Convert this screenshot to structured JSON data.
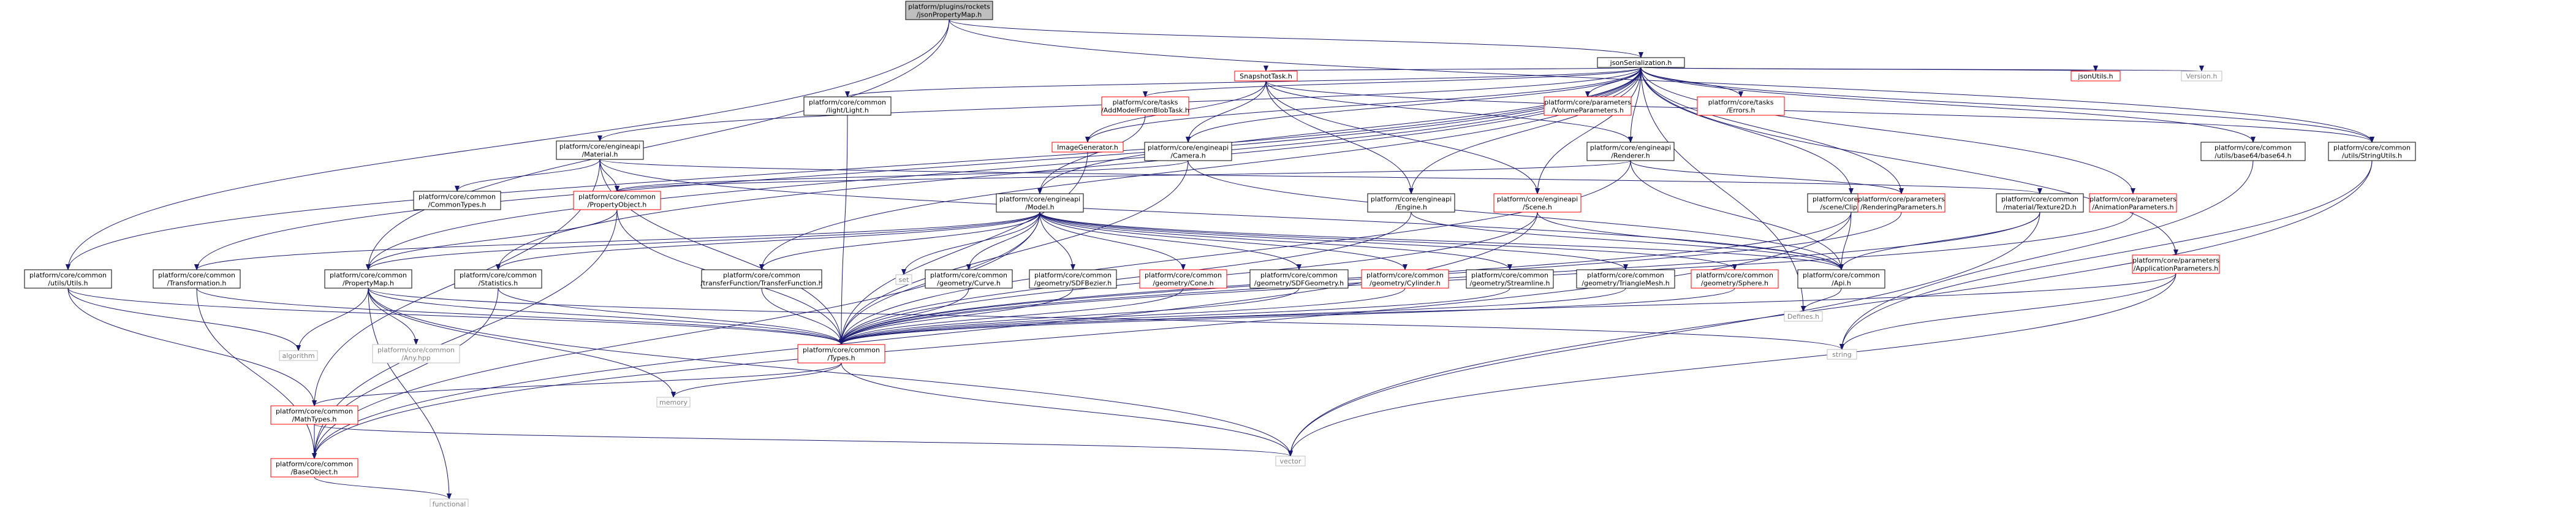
{
  "colors": {
    "edge": "#191970",
    "text": "#000000",
    "node_fill": "#ffffff",
    "root_fill": "#bfbfbf",
    "documented_border": "#000000",
    "undocumented_border": "#ff0000",
    "external_border": "#bfbfbf",
    "external_text": "#808080"
  },
  "nodes": [
    {
      "id": "root",
      "lines": [
        "platform/plugins/rockets",
        "/jsonPropertyMap.h"
      ],
      "kind": "root"
    },
    {
      "id": "jsonser",
      "lines": [
        "jsonSerialization.h"
      ],
      "kind": "doc"
    },
    {
      "id": "utils",
      "lines": [
        "platform/core/common",
        "/utils/Utils.h"
      ],
      "kind": "doc"
    },
    {
      "id": "propmap",
      "lines": [
        "platform/core/common",
        "/PropertyMap.h"
      ],
      "kind": "doc"
    },
    {
      "id": "types",
      "lines": [
        "platform/core/common",
        "/Types.h"
      ],
      "kind": "red"
    },
    {
      "id": "string",
      "lines": [
        "string"
      ],
      "kind": "ext"
    },
    {
      "id": "algorithm",
      "lines": [
        "algorithm"
      ],
      "kind": "ext"
    },
    {
      "id": "anyhpp",
      "lines": [
        "platform/core/common",
        "/Any.hpp"
      ],
      "kind": "ext"
    },
    {
      "id": "functional",
      "lines": [
        "functional"
      ],
      "kind": "ext"
    },
    {
      "id": "memory",
      "lines": [
        "memory"
      ],
      "kind": "ext"
    },
    {
      "id": "vector",
      "lines": [
        "vector"
      ],
      "kind": "ext"
    },
    {
      "id": "set",
      "lines": [
        "set"
      ],
      "kind": "ext"
    },
    {
      "id": "version",
      "lines": [
        "Version.h"
      ],
      "kind": "ext"
    },
    {
      "id": "defines",
      "lines": [
        "Defines.h"
      ],
      "kind": "ext"
    },
    {
      "id": "mathtypes",
      "lines": [
        "platform/core/common",
        "/MathTypes.h"
      ],
      "kind": "red"
    },
    {
      "id": "baseobject",
      "lines": [
        "platform/core/common",
        "/BaseObject.h"
      ],
      "kind": "red"
    },
    {
      "id": "material",
      "lines": [
        "platform/core/engineapi",
        "/Material.h"
      ],
      "kind": "doc"
    },
    {
      "id": "commontypes",
      "lines": [
        "platform/core/common",
        "/CommonTypes.h"
      ],
      "kind": "doc"
    },
    {
      "id": "propobject",
      "lines": [
        "platform/core/common",
        "/PropertyObject.h"
      ],
      "kind": "red"
    },
    {
      "id": "light",
      "lines": [
        "platform/core/common",
        "/light/Light.h"
      ],
      "kind": "doc"
    },
    {
      "id": "addmodel",
      "lines": [
        "platform/core/tasks",
        "/AddModelFromBlobTask.h"
      ],
      "kind": "red"
    },
    {
      "id": "snapshot",
      "lines": [
        "SnapshotTask.h"
      ],
      "kind": "red"
    },
    {
      "id": "imagegen",
      "lines": [
        "ImageGenerator.h"
      ],
      "kind": "red"
    },
    {
      "id": "camera",
      "lines": [
        "platform/core/engineapi",
        "/Camera.h"
      ],
      "kind": "doc"
    },
    {
      "id": "renderer",
      "lines": [
        "platform/core/engineapi",
        "/Renderer.h"
      ],
      "kind": "doc"
    },
    {
      "id": "volparams",
      "lines": [
        "platform/core/parameters",
        "/VolumeParameters.h"
      ],
      "kind": "red"
    },
    {
      "id": "errors",
      "lines": [
        "platform/core/tasks",
        "/Errors.h"
      ],
      "kind": "red"
    },
    {
      "id": "jsonutils",
      "lines": [
        "jsonUtils.h"
      ],
      "kind": "red"
    },
    {
      "id": "base64",
      "lines": [
        "platform/core/common",
        "/utils/base64/base64.h"
      ],
      "kind": "doc"
    },
    {
      "id": "stringutils",
      "lines": [
        "platform/core/common",
        "/utils/StringUtils.h"
      ],
      "kind": "doc"
    },
    {
      "id": "model",
      "lines": [
        "platform/core/engineapi",
        "/Model.h"
      ],
      "kind": "doc"
    },
    {
      "id": "engine",
      "lines": [
        "platform/core/engineapi",
        "/Engine.h"
      ],
      "kind": "doc"
    },
    {
      "id": "scene",
      "lines": [
        "platform/core/engineapi",
        "/Scene.h"
      ],
      "kind": "red"
    },
    {
      "id": "clipplane",
      "lines": [
        "platform/core/common",
        "/scene/ClipPlane.h"
      ],
      "kind": "doc"
    },
    {
      "id": "texture2d",
      "lines": [
        "platform/core/common",
        "/material/Texture2D.h"
      ],
      "kind": "doc"
    },
    {
      "id": "renderparams",
      "lines": [
        "platform/core/parameters",
        "/RenderingParameters.h"
      ],
      "kind": "red"
    },
    {
      "id": "animparams",
      "lines": [
        "platform/core/parameters",
        "/AnimationParameters.h"
      ],
      "kind": "red"
    },
    {
      "id": "appparams",
      "lines": [
        "platform/core/parameters",
        "/ApplicationParameters.h"
      ],
      "kind": "red"
    },
    {
      "id": "transformation",
      "lines": [
        "platform/core/common",
        "/Transformation.h"
      ],
      "kind": "doc"
    },
    {
      "id": "statistics",
      "lines": [
        "platform/core/common",
        "/Statistics.h"
      ],
      "kind": "doc"
    },
    {
      "id": "transferfn",
      "lines": [
        "platform/core/common",
        "/transferFunction/TransferFunction.h"
      ],
      "kind": "doc"
    },
    {
      "id": "curve",
      "lines": [
        "platform/core/common",
        "/geometry/Curve.h"
      ],
      "kind": "doc"
    },
    {
      "id": "sdfbezier",
      "lines": [
        "platform/core/common",
        "/geometry/SDFBezier.h"
      ],
      "kind": "doc"
    },
    {
      "id": "cone",
      "lines": [
        "platform/core/common",
        "/geometry/Cone.h"
      ],
      "kind": "red"
    },
    {
      "id": "sdfgeom",
      "lines": [
        "platform/core/common",
        "/geometry/SDFGeometry.h"
      ],
      "kind": "doc"
    },
    {
      "id": "cylinder",
      "lines": [
        "platform/core/common",
        "/geometry/Cylinder.h"
      ],
      "kind": "red"
    },
    {
      "id": "streamline",
      "lines": [
        "platform/core/common",
        "/geometry/Streamline.h"
      ],
      "kind": "doc"
    },
    {
      "id": "trimesh",
      "lines": [
        "platform/core/common",
        "/geometry/TriangleMesh.h"
      ],
      "kind": "doc"
    },
    {
      "id": "sphere",
      "lines": [
        "platform/core/common",
        "/geometry/Sphere.h"
      ],
      "kind": "red"
    },
    {
      "id": "api",
      "lines": [
        "platform/core/common",
        "/Api.h"
      ],
      "kind": "doc"
    }
  ],
  "edges": [
    [
      "root",
      "jsonser"
    ],
    [
      "root",
      "utils"
    ],
    [
      "root",
      "propmap"
    ],
    [
      "root",
      "stringutils"
    ],
    [
      "jsonser",
      "addmodel"
    ],
    [
      "jsonser",
      "snapshot"
    ],
    [
      "jsonser",
      "imagegen"
    ],
    [
      "jsonser",
      "camera"
    ],
    [
      "jsonser",
      "renderer"
    ],
    [
      "jsonser",
      "volparams"
    ],
    [
      "jsonser",
      "errors"
    ],
    [
      "jsonser",
      "jsonutils"
    ],
    [
      "jsonser",
      "version"
    ],
    [
      "jsonser",
      "base64"
    ],
    [
      "jsonser",
      "stringutils"
    ],
    [
      "jsonser",
      "material"
    ],
    [
      "jsonser",
      "light"
    ],
    [
      "jsonser",
      "model"
    ],
    [
      "jsonser",
      "engine"
    ],
    [
      "jsonser",
      "scene"
    ],
    [
      "jsonser",
      "clipplane"
    ],
    [
      "jsonser",
      "renderparams"
    ],
    [
      "jsonser",
      "animparams"
    ],
    [
      "jsonser",
      "appparams"
    ],
    [
      "jsonser",
      "transformation"
    ],
    [
      "jsonser",
      "utils"
    ],
    [
      "jsonser",
      "statistics"
    ],
    [
      "jsonser",
      "transferfn"
    ],
    [
      "jsonser",
      "propmap"
    ],
    [
      "jsonser",
      "defines"
    ],
    [
      "snapshot",
      "imagegen"
    ],
    [
      "snapshot",
      "camera"
    ],
    [
      "snapshot",
      "renderer"
    ],
    [
      "snapshot",
      "engine"
    ],
    [
      "snapshot",
      "scene"
    ],
    [
      "snapshot",
      "stringutils"
    ],
    [
      "addmodel",
      "model"
    ],
    [
      "imagegen",
      "types"
    ],
    [
      "camera",
      "propobject"
    ],
    [
      "camera",
      "types"
    ],
    [
      "camera",
      "api"
    ],
    [
      "renderer",
      "propobject"
    ],
    [
      "renderer",
      "types"
    ],
    [
      "renderer",
      "api"
    ],
    [
      "renderer",
      "renderparams"
    ],
    [
      "material",
      "commontypes"
    ],
    [
      "material",
      "propobject"
    ],
    [
      "material",
      "types"
    ],
    [
      "material",
      "texture2d"
    ],
    [
      "material",
      "mathtypes"
    ],
    [
      "material",
      "api"
    ],
    [
      "light",
      "types"
    ],
    [
      "propobject",
      "baseobject"
    ],
    [
      "propobject",
      "propmap"
    ],
    [
      "propobject",
      "types"
    ],
    [
      "model",
      "transformation"
    ],
    [
      "model",
      "statistics"
    ],
    [
      "model",
      "transferfn"
    ],
    [
      "model",
      "curve"
    ],
    [
      "model",
      "sdfbezier"
    ],
    [
      "model",
      "cone"
    ],
    [
      "model",
      "sdfgeom"
    ],
    [
      "model",
      "cylinder"
    ],
    [
      "model",
      "streamline"
    ],
    [
      "model",
      "trimesh"
    ],
    [
      "model",
      "sphere"
    ],
    [
      "model",
      "api"
    ],
    [
      "model",
      "set"
    ],
    [
      "model",
      "types"
    ],
    [
      "model",
      "propmap"
    ],
    [
      "model",
      "baseobject"
    ],
    [
      "engine",
      "types"
    ],
    [
      "engine",
      "api"
    ],
    [
      "scene",
      "types"
    ],
    [
      "scene",
      "api"
    ],
    [
      "scene",
      "baseobject"
    ],
    [
      "clipplane",
      "types"
    ],
    [
      "clipplane",
      "api"
    ],
    [
      "clipplane",
      "baseobject"
    ],
    [
      "texture2d",
      "types"
    ],
    [
      "texture2d",
      "api"
    ],
    [
      "texture2d",
      "vector"
    ],
    [
      "renderparams",
      "types"
    ],
    [
      "animparams",
      "types"
    ],
    [
      "appparams",
      "types"
    ],
    [
      "appparams",
      "string"
    ],
    [
      "appparams",
      "vector"
    ],
    [
      "base64",
      "string"
    ],
    [
      "stringutils",
      "string"
    ],
    [
      "stringutils",
      "vector"
    ],
    [
      "utils",
      "types"
    ],
    [
      "utils",
      "algorithm"
    ],
    [
      "utils",
      "mathtypes"
    ],
    [
      "propmap",
      "types"
    ],
    [
      "propmap",
      "algorithm"
    ],
    [
      "propmap",
      "anyhpp"
    ],
    [
      "propmap",
      "functional"
    ],
    [
      "propmap",
      "memory"
    ],
    [
      "propmap",
      "vector"
    ],
    [
      "propmap",
      "string"
    ],
    [
      "transformation",
      "types"
    ],
    [
      "transformation",
      "baseobject"
    ],
    [
      "statistics",
      "types"
    ],
    [
      "statistics",
      "baseobject"
    ],
    [
      "transferfn",
      "types"
    ],
    [
      "curve",
      "types"
    ],
    [
      "sdfbezier",
      "types"
    ],
    [
      "cone",
      "types"
    ],
    [
      "sdfgeom",
      "types"
    ],
    [
      "cylinder",
      "types"
    ],
    [
      "streamline",
      "types"
    ],
    [
      "trimesh",
      "types"
    ],
    [
      "sphere",
      "types"
    ],
    [
      "api",
      "defines"
    ],
    [
      "types",
      "mathtypes"
    ],
    [
      "types",
      "memory"
    ],
    [
      "types",
      "vector"
    ],
    [
      "mathtypes",
      "baseobject"
    ],
    [
      "mathtypes",
      "vector"
    ],
    [
      "baseobject",
      "functional"
    ]
  ]
}
